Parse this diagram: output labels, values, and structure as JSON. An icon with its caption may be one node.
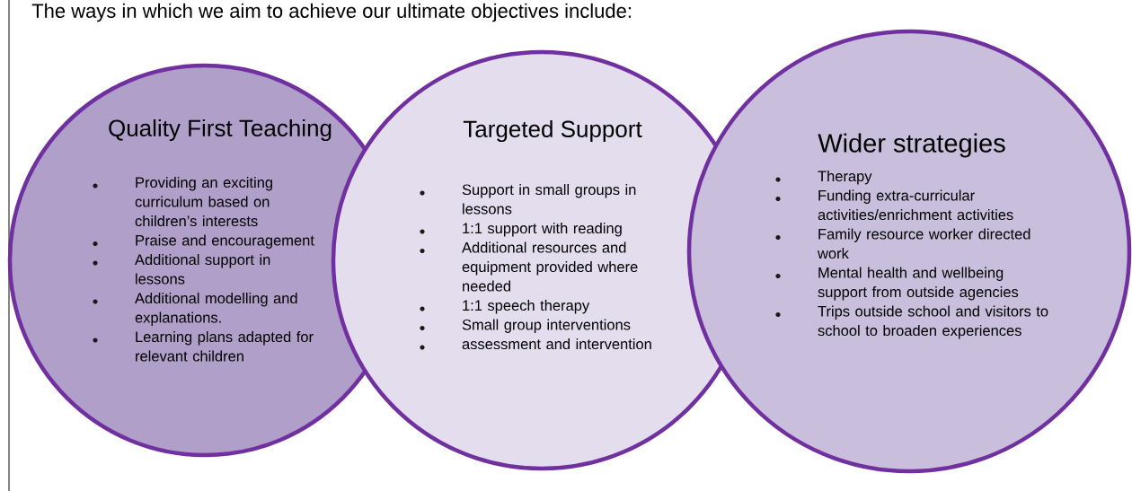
{
  "diagram": {
    "title": "The ways in which we aim to achieve our ultimate objectives include:",
    "nodes": [
      {
        "text": [
          "Quality First Teaching",
          "Providing an exciting curriculum based on children’s interests",
          "Praise and encouragement",
          "Additional support in lessons",
          "Additional modelling and explanations.",
          "Learning plans adapted for relevant children"
        ]
      },
      {
        "text": [
          "Targeted Support",
          "Support in small groups in lessons",
          "1:1 support with reading",
          "Additional resources and equipment provided where needed",
          "1:1 speech therapy",
          "Small group interventions",
          "assessment and intervention"
        ]
      },
      {
        "text": [
          "Wider strategies",
          "Therapy",
          "Funding extra-curricular activities/enrichment activities",
          "Family resource worker directed work",
          "Mental health and wellbeing support from outside agencies",
          "Trips outside school and visitors to school to broaden experiences"
        ]
      }
    ]
  }
}
